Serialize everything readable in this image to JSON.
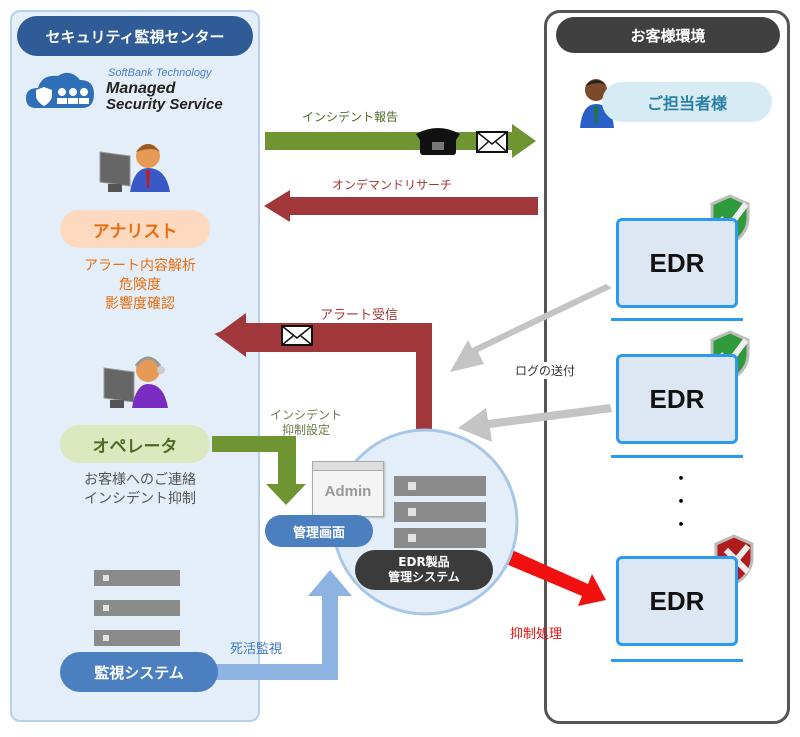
{
  "soc": {
    "title": "セキュリティ監視センター",
    "logo": {
      "company": "SoftBank Technology",
      "line1": "Managed",
      "line2": "Security Service",
      "icon": "cloud-shield-people-icon"
    },
    "analyst": {
      "label": "アナリスト",
      "desc": [
        "アラート内容解析",
        "危険度",
        "影響度確認"
      ],
      "icon": "analyst-at-computer-icon"
    },
    "operator": {
      "label": "オペレータ",
      "desc": [
        "お客様へのご連絡",
        "インシデント抑制"
      ],
      "icon": "operator-headset-icon"
    },
    "monitoring_system": {
      "label": "監視システム",
      "icon": "server-rack-icon"
    }
  },
  "customer": {
    "title": "お客様環境",
    "contact": {
      "label": "ご担当者様",
      "icon": "business-person-icon"
    },
    "edr_label": "EDR",
    "endpoints": [
      {
        "label": "EDR",
        "status": "protected",
        "status_icon": "shield-check-icon"
      },
      {
        "label": "EDR",
        "status": "protected",
        "status_icon": "shield-check-icon"
      },
      {
        "label": "EDR",
        "status": "compromised",
        "status_icon": "shield-x-icon"
      }
    ],
    "ellipsis": "・"
  },
  "center": {
    "admin_screen_label": "管理画面",
    "admin_window_text": "Admin",
    "edr_mgmt_line1": "EDR製品",
    "edr_mgmt_line2": "管理システム"
  },
  "flows": {
    "incident_report": "インシデント報告",
    "on_demand_research": "オンデマンドリサーチ",
    "alert_received": "アラート受信",
    "incident_suppress_line1": "インシデント",
    "incident_suppress_line2": "抑制設定",
    "log_send": "ログの送付",
    "alive_monitoring": "死活監視",
    "suppress_process": "抑制処理"
  },
  "colors": {
    "soc_blue": "#2f5c96",
    "green_arrow": "#6f9432",
    "red_arrow": "#a0373a",
    "gray_arrow": "#c4c4c4",
    "blue_arrow": "#8db3e2",
    "alert_red": "#f01010",
    "edr_border": "#2b9af0"
  }
}
